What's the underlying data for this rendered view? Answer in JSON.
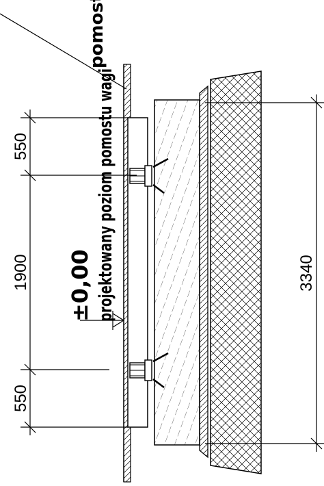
{
  "drawing": {
    "annotation_scale_label": "pomostu wagi",
    "level_value": "±0,00",
    "level_caption": "projektowany poziom pomostu wagi",
    "dims_left": [
      "550",
      "1900",
      "550"
    ],
    "dim_right": "3340"
  },
  "colors": {
    "line": "#000000",
    "background": "#ffffff"
  }
}
